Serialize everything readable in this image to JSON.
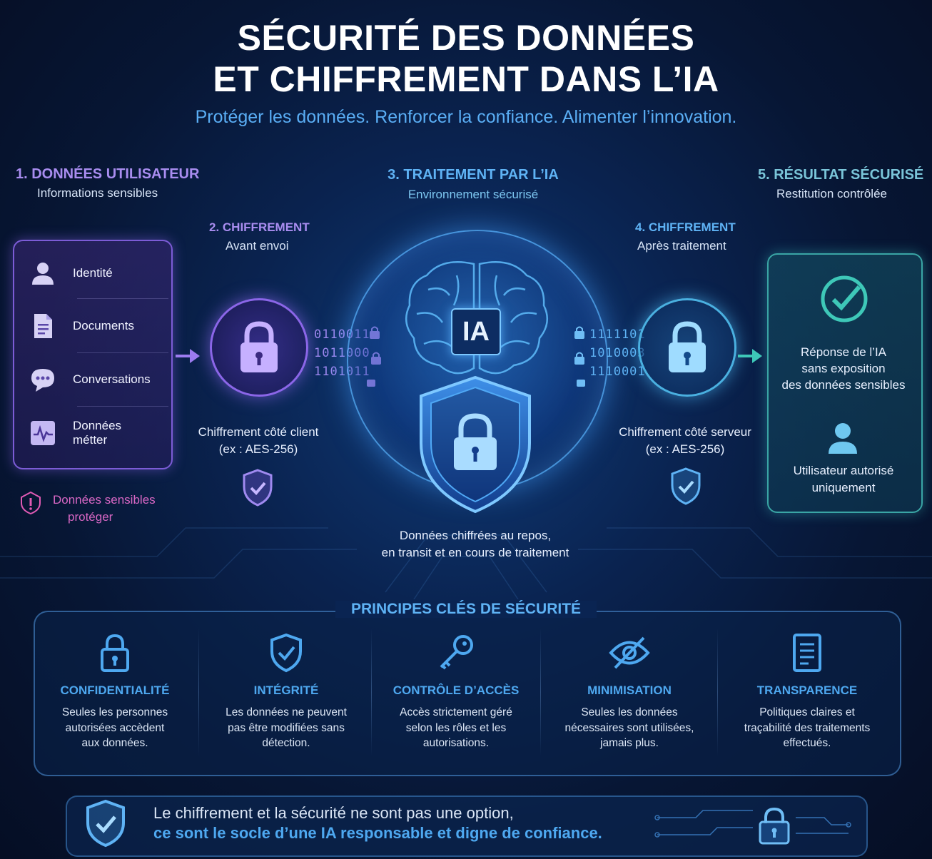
{
  "header": {
    "title_line1": "SÉCURITÉ DES DONNÉES",
    "title_line2": "ET CHIFFREMENT DANS L’IA",
    "subtitle": "Protéger les données. Renforcer la confiance. Alimenter l’innovation."
  },
  "stage1": {
    "title": "1. DONNÉES UTILISATEUR",
    "subtitle": "Informations sensibles",
    "items": [
      {
        "label": "Identité",
        "icon": "user-icon"
      },
      {
        "label": "Documents",
        "icon": "document-icon"
      },
      {
        "label": "Conversations",
        "icon": "chat-bubble-icon"
      },
      {
        "label": "Données métter",
        "icon": "activity-chart-icon"
      }
    ],
    "note_line1": "Données sensibles",
    "note_line2": "protéger"
  },
  "stage2": {
    "title": "2. CHIFFREMENT",
    "subtitle": "Avant envoi",
    "desc_line1": "Chiffrement côté client",
    "desc_line2": "(ex : AES-256)",
    "binary": [
      "0110011",
      "1011000",
      "1101011"
    ]
  },
  "stage3": {
    "title": "3. TRAITEMENT PAR L’IA",
    "subtitle": "Environnement sécurisé",
    "chip_label": "IA",
    "desc_line1": "Données chiffrées au repos,",
    "desc_line2": "en transit et en cours de traitement"
  },
  "stage4": {
    "title": "4. CHIFFREMENT",
    "subtitle": "Après traitement",
    "desc_line1": "Chiffrement côté serveur",
    "desc_line2": "(ex : AES-256)",
    "binary": [
      "1111101",
      "1010003",
      "1110001"
    ]
  },
  "stage5": {
    "title": "5. RÉSULTAT SÉCURISÉ",
    "subtitle": "Restitution contrôlée",
    "text1_line1": "Réponse de l’IA",
    "text1_line2": "sans exposition",
    "text1_line3": "des données sensibles",
    "text2_line1": "Utilisateur autorisé",
    "text2_line2": "uniquement"
  },
  "principles": {
    "title": "PRINCIPES CLÉS DE SÉCURITÉ",
    "items": [
      {
        "title": "CONFIDENTIALITÉ",
        "l1": "Seules les personnes",
        "l2": "autorisées accèdent",
        "l3": "aux données.",
        "icon": "padlock-icon"
      },
      {
        "title": "INTÉGRITÉ",
        "l1": "Les données ne peuvent",
        "l2": "pas être modifiées sans",
        "l3": "détection.",
        "icon": "shield-check-icon"
      },
      {
        "title": "CONTRÔLE D’ACCÈS",
        "l1": "Accès strictement géré",
        "l2": "selon les rôles et les",
        "l3": "autorisations.",
        "icon": "key-icon"
      },
      {
        "title": "MINIMISATION",
        "l1": "Seules les données",
        "l2": "nécessaires sont utilisées,",
        "l3": "jamais plus.",
        "icon": "eye-slash-icon"
      },
      {
        "title": "TRANSPARENCE",
        "l1": "Politiques claires et",
        "l2": "traçabilité des traitements",
        "l3": "effectués.",
        "icon": "document-list-icon"
      }
    ]
  },
  "footer": {
    "line1": "Le chiffrement et la sécurité ne sont pas une option,",
    "line2": "ce sont le socle d’une IA responsable et digne de confiance."
  },
  "colors": {
    "purple": "#a98df0",
    "blue": "#4ea8f0",
    "teal": "#3ec8b8",
    "background": "#071634"
  }
}
